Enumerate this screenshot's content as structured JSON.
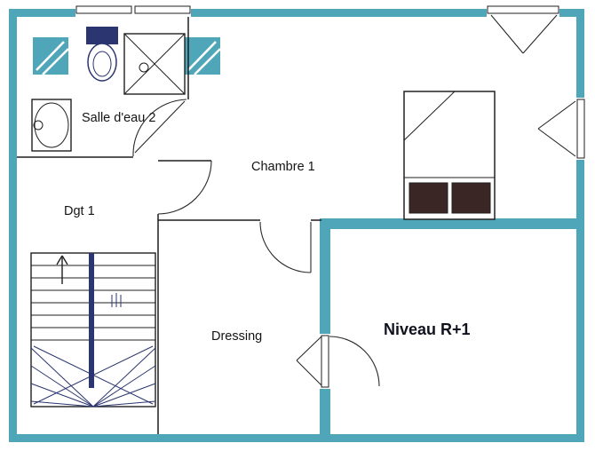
{
  "plan": {
    "level_label": "Niveau R+1",
    "rooms": [
      {
        "id": "salle-deau-2",
        "label": "Salle d'eau 2"
      },
      {
        "id": "chambre-1",
        "label": "Chambre 1"
      },
      {
        "id": "dgt-1",
        "label": "Dgt 1"
      },
      {
        "id": "dressing",
        "label": "Dressing"
      }
    ],
    "fixtures": [
      "shower-tray",
      "toilet",
      "washbasin",
      "double-bed",
      "staircase"
    ],
    "symbols": [
      "door-swing-arc",
      "window-casement",
      "stairs-direction-arrow",
      "insulated-wall-pier"
    ],
    "colors": {
      "wall": "#4FA6B8",
      "line": "#1F1F1F",
      "stair_lines": "#2B3570",
      "pillows": "#3B2626",
      "background": "#FFFFFF"
    }
  }
}
